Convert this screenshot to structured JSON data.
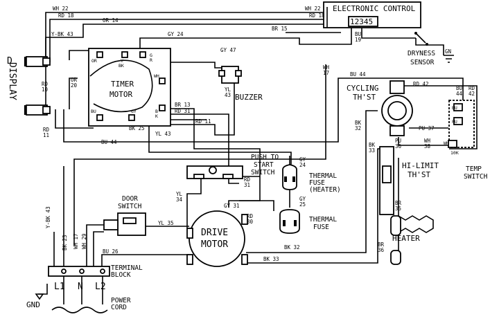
{
  "components": {
    "electronic_control": "ELECTRONIC CONTROL",
    "ec_pins": "12345",
    "display": "DISPLAY",
    "timer_motor_l1": "TIMER",
    "timer_motor_l2": "MOTOR",
    "buzzer": "BUZZER",
    "dryness_l1": "DRYNESS",
    "dryness_l2": "SENSOR",
    "cycling_l1": "CYCLING",
    "cycling_l2": "TH'ST",
    "pts_l1": "PUSH TO",
    "pts_l2": "START",
    "pts_l3": "SWITCH",
    "tfh_l1": "THERMAL",
    "tfh_l2": "FUSE",
    "tfh_l3": "(HEATER)",
    "tf_l1": "THERMAL",
    "tf_l2": "FUSE",
    "hilimit_l1": "HI-LIMIT",
    "hilimit_l2": "TH'ST",
    "temp_l1": "TEMP",
    "temp_l2": "SWITCH",
    "door_l1": "DOOR",
    "door_l2": "SWITCH",
    "drive_l1": "DRIVE",
    "drive_l2": "MOTOR",
    "heater": "HEATER",
    "tb_l1": "TERMINAL",
    "tb_l2": "BLOCK",
    "pc_l1": "POWER",
    "pc_l2": "CORD",
    "gnd": "GND",
    "l1": "L1",
    "n": "N",
    "l2": "L2"
  },
  "wires": {
    "wh22": "WH 22",
    "wh22b": "WH 22",
    "rd18": "RD 18",
    "rd18b": "RD 18",
    "ybk43": "Y-BK 43",
    "or14": "OR 14",
    "gy24": "GY 24",
    "br15": "BR 15",
    "bu19a": "BU",
    "bu19b": "19",
    "gn": "GN",
    "gy47": "GY 47",
    "yl43a": "YL",
    "yl43b": "43",
    "wh17a": "WH",
    "wh17b": "17",
    "bu44": "BU 44",
    "bu44b": "BU 44",
    "rd10a": "RD",
    "rd10b": "10",
    "or20a": "OR",
    "or20b": "20",
    "rd11a": "RD",
    "rd11b": "11",
    "br13": "BR 13",
    "rd31": "RD 31",
    "rd11": "RD 11",
    "bk25": "BK 25",
    "yl43": "YL 43",
    "rd42": "RD 42",
    "bu44ra": "BU",
    "bu44rb": "44",
    "rd42ra": "RD",
    "rd42rb": "42",
    "bk32a": "BK",
    "bk32b": "32",
    "pu37": "PU 37",
    "pu36a": "PU",
    "pu36b": "36",
    "wh38a": "WH",
    "wh38b": "38",
    "bk33a": "BK",
    "bk33b": "33",
    "yl34a": "YL",
    "yl34b": "34",
    "rd31a": "RD",
    "rd31b": "31",
    "gy24a": "GY",
    "gy24b": "24",
    "gy25a": "GY",
    "gy25b": "25",
    "gy31": "GY 31",
    "rd30a": "RD",
    "rd30b": "30",
    "yl35": "YL 35",
    "bk32": "BK 32",
    "bk33": "BK 33",
    "bu26": "BU 26",
    "br35a": "BR",
    "br35b": "35",
    "br36a": "BR",
    "br36b": "36",
    "v_ybk43": "Y-BK 43",
    "v_bk23": "BK 23",
    "v_wh17": "WH 17",
    "v_wh29": "WH 29"
  },
  "terminals": {
    "or": "OR",
    "y": "Y",
    "bk": "BK",
    "g": "G",
    "r": "R",
    "wh": "WH",
    "bu": "BU",
    "gy": "GY",
    "b": "B",
    "k": "K",
    "ts_bu": "BU",
    "ts_pu": "PU",
    "ts_wh": "WH",
    "ts_10k": "10K"
  }
}
